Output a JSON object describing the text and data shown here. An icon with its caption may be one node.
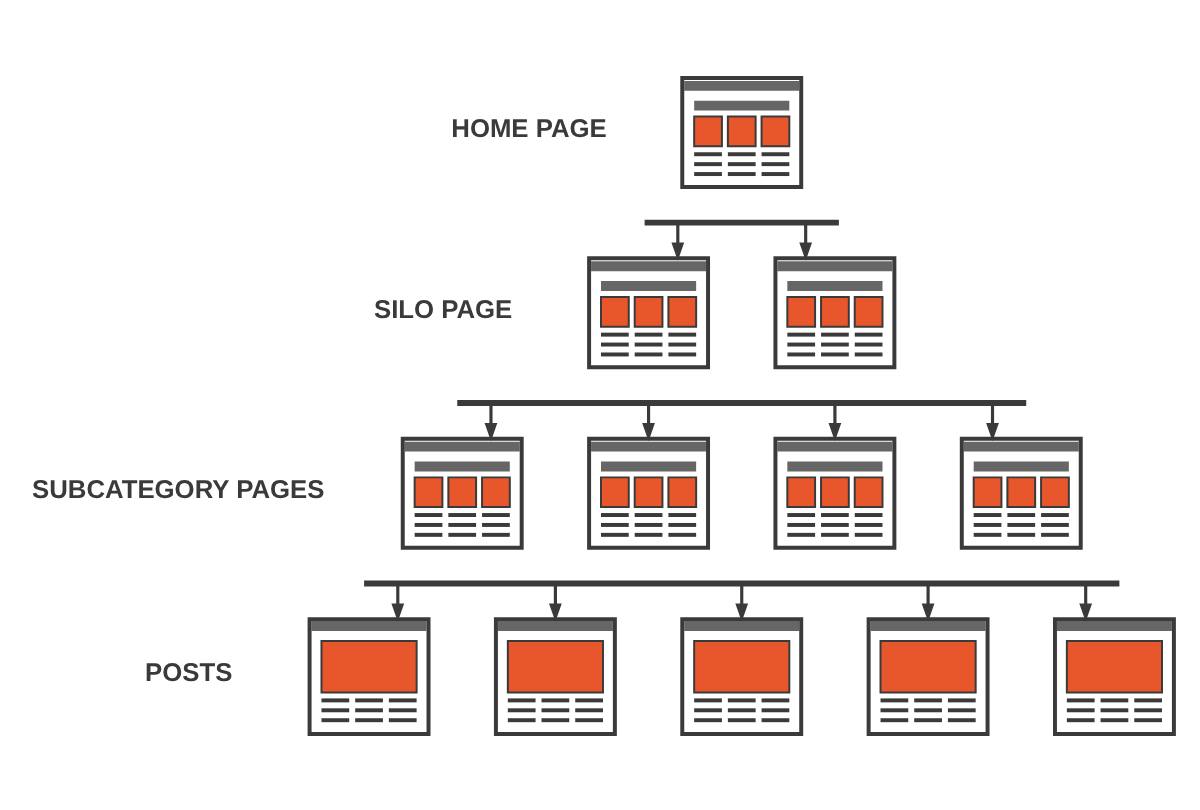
{
  "diagram": {
    "nodes": [
      {
        "text": [],
        "shape": "picture"
      },
      {
        "text": [],
        "shape": "bar"
      },
      {
        "text": [],
        "shape": "picture"
      },
      {
        "text": [],
        "shape": "picture"
      },
      {
        "text": [],
        "shape": "bar"
      },
      {
        "text": [],
        "shape": "picture"
      },
      {
        "text": [],
        "shape": "picture"
      },
      {
        "text": [],
        "shape": "picture"
      },
      {
        "text": [],
        "shape": "picture"
      },
      {
        "text": [],
        "shape": "bar"
      },
      {
        "text": [],
        "shape": "picture"
      },
      {
        "text": [],
        "shape": "picture"
      },
      {
        "text": [],
        "shape": "picture"
      },
      {
        "text": [],
        "shape": "picture"
      },
      {
        "text": [],
        "shape": "picture"
      }
    ],
    "edges": [
      {
        "from": 1,
        "to": 2,
        "arrow": "to"
      },
      {
        "from": 1,
        "to": 3,
        "arrow": "to"
      },
      {
        "from": 4,
        "to": 5,
        "arrow": "to"
      },
      {
        "from": 4,
        "to": 6,
        "arrow": "to"
      },
      {
        "from": 4,
        "to": 7,
        "arrow": "to"
      },
      {
        "from": 4,
        "to": 8,
        "arrow": "to"
      },
      {
        "from": 9,
        "to": 10,
        "arrow": "to"
      },
      {
        "from": 9,
        "to": 11,
        "arrow": "to"
      },
      {
        "from": 9,
        "to": 12,
        "arrow": "to"
      },
      {
        "from": 9,
        "to": 13,
        "arrow": "to"
      },
      {
        "from": 9,
        "to": 14,
        "arrow": "to"
      }
    ],
    "labels": [
      "HOME PAGE",
      "SILO PAGE",
      "SUBCATEGORY PAGES",
      "POSTS"
    ]
  }
}
